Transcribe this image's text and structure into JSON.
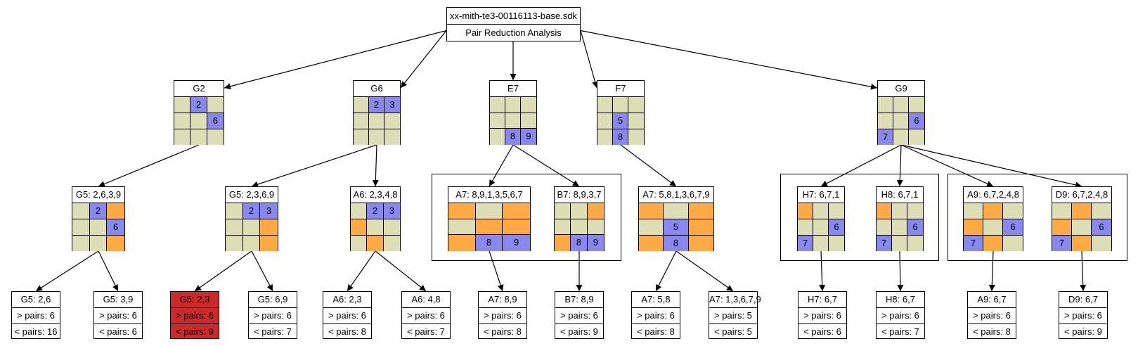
{
  "colors": {
    "beige": "#ddddb6",
    "blue": "#8888ee",
    "orange": "#ffaa44",
    "white": "#ffffff",
    "highlight": "#cc2a2a"
  },
  "root": {
    "filename": "xx-mith-te3-00116113-base.sdk",
    "subtitle": "Pair Reduction Analysis"
  },
  "nodes": [
    {
      "id": "G2",
      "label": "G2",
      "rows": [
        [
          "b",
          "u:2",
          "b"
        ],
        [
          "b",
          "b",
          "u:6"
        ],
        [
          "b",
          "b",
          "b"
        ]
      ]
    },
    {
      "id": "G6",
      "label": "G6",
      "rows": [
        [
          "b",
          "u:2",
          "u:3"
        ],
        [
          "b",
          "b",
          "b"
        ],
        [
          "b",
          "b",
          "b"
        ]
      ]
    },
    {
      "id": "E7",
      "label": "E7",
      "rows": [
        [
          "b",
          "b",
          "b"
        ],
        [
          "b",
          "b",
          "b"
        ],
        [
          "b",
          "u:8",
          "u:9"
        ]
      ]
    },
    {
      "id": "F7",
      "label": "F7",
      "rows": [
        [
          "b",
          "b",
          "b"
        ],
        [
          "b",
          "u:5",
          "b"
        ],
        [
          "b",
          "u:8",
          "b"
        ]
      ]
    },
    {
      "id": "G9",
      "label": "G9",
      "rows": [
        [
          "b",
          "b",
          "b"
        ],
        [
          "b",
          "b",
          "u:6"
        ],
        [
          "u:7",
          "b",
          "b"
        ]
      ]
    },
    {
      "id": "G5a",
      "label": "G5: 2,6,3,9",
      "rows": [
        [
          "b",
          "u:2",
          "o"
        ],
        [
          "b",
          "b",
          "u:6"
        ],
        [
          "b",
          "b",
          "o"
        ]
      ]
    },
    {
      "id": "G5b",
      "label": "G5: 2,3,6,9",
      "rows": [
        [
          "b",
          "u:2",
          "u:3"
        ],
        [
          "b",
          "b",
          "o"
        ],
        [
          "b",
          "b",
          "o"
        ]
      ]
    },
    {
      "id": "A6",
      "label": "A6: 2,3,4,8",
      "rows": [
        [
          "b",
          "u:2",
          "u:3"
        ],
        [
          "o",
          "b",
          "b"
        ],
        [
          "b",
          "o",
          "b"
        ]
      ]
    },
    {
      "id": "A7a",
      "label": "A7: 8,9,1,3,5,6,7",
      "rows": [
        [
          "o",
          "b",
          "o"
        ],
        [
          "b",
          "o",
          "o"
        ],
        [
          "o",
          "u:8",
          "u:9"
        ]
      ]
    },
    {
      "id": "B7",
      "label": "B7: 8,9,3,7",
      "rows": [
        [
          "b",
          "b",
          "o"
        ],
        [
          "b",
          "b",
          "b"
        ],
        [
          "o",
          "u:8",
          "u:9"
        ]
      ]
    },
    {
      "id": "A7b",
      "label": "A7: 5,8,1,3,6,7,9",
      "rows": [
        [
          "o",
          "b",
          "o"
        ],
        [
          "b",
          "u:5",
          "o"
        ],
        [
          "o",
          "u:8",
          "o"
        ]
      ]
    },
    {
      "id": "H7",
      "label": "H7: 6,7,1",
      "rows": [
        [
          "o",
          "b",
          "b"
        ],
        [
          "b",
          "b",
          "u:6"
        ],
        [
          "u:7",
          "b",
          "b"
        ]
      ]
    },
    {
      "id": "H8",
      "label": "H8: 6,7,1",
      "rows": [
        [
          "o",
          "b",
          "b"
        ],
        [
          "b",
          "b",
          "u:6"
        ],
        [
          "u:7",
          "b",
          "b"
        ]
      ]
    },
    {
      "id": "A9",
      "label": "A9: 6,7,2,4,8",
      "rows": [
        [
          "b",
          "o",
          "b"
        ],
        [
          "o",
          "b",
          "u:6"
        ],
        [
          "u:7",
          "o",
          "b"
        ]
      ]
    },
    {
      "id": "D9",
      "label": "D9: 6,7,2,4,8",
      "rows": [
        [
          "b",
          "o",
          "b"
        ],
        [
          "o",
          "b",
          "u:6"
        ],
        [
          "u:7",
          "o",
          "b"
        ]
      ]
    }
  ],
  "leaves": [
    {
      "id": "L1",
      "title": "G5: 2,6",
      "gt": "> pairs: 6",
      "lt": "< pairs: 16",
      "highlight": false
    },
    {
      "id": "L2",
      "title": "G5: 3,9",
      "gt": "> pairs: 6",
      "lt": "< pairs: 6",
      "highlight": false
    },
    {
      "id": "L3",
      "title": "G5: 2,3",
      "gt": "> pairs: 6",
      "lt": "< pairs: 9",
      "highlight": true
    },
    {
      "id": "L4",
      "title": "G5: 6,9",
      "gt": "> pairs: 6",
      "lt": "< pairs: 7",
      "highlight": false
    },
    {
      "id": "L5",
      "title": "A6: 2,3",
      "gt": "> pairs: 6",
      "lt": "< pairs: 8",
      "highlight": false
    },
    {
      "id": "L6",
      "title": "A6: 4,8",
      "gt": "> pairs: 6",
      "lt": "< pairs: 7",
      "highlight": false
    },
    {
      "id": "L7",
      "title": "A7: 8,9",
      "gt": "> pairs: 6",
      "lt": "< pairs: 8",
      "highlight": false
    },
    {
      "id": "L8",
      "title": "B7: 8,9",
      "gt": "> pairs: 6",
      "lt": "< pairs: 9",
      "highlight": false
    },
    {
      "id": "L9",
      "title": "A7: 5,8",
      "gt": "> pairs: 6",
      "lt": "< pairs: 8",
      "highlight": false
    },
    {
      "id": "L10",
      "title": "A7: 1,3,6,7,9",
      "gt": "> pairs: 5",
      "lt": "< pairs: 5",
      "highlight": false
    },
    {
      "id": "L11",
      "title": "H7: 6,7",
      "gt": "> pairs: 6",
      "lt": "< pairs: 6",
      "highlight": false
    },
    {
      "id": "L12",
      "title": "H8: 6,7",
      "gt": "> pairs: 6",
      "lt": "< pairs: 7",
      "highlight": false
    },
    {
      "id": "L13",
      "title": "A9: 6,7",
      "gt": "> pairs: 6",
      "lt": "< pairs: 8",
      "highlight": false
    },
    {
      "id": "L14",
      "title": "D9: 6,7",
      "gt": "> pairs: 6",
      "lt": "< pairs: 9",
      "highlight": false
    }
  ],
  "edges": [
    [
      "root",
      "G2"
    ],
    [
      "root",
      "G6"
    ],
    [
      "root",
      "E7"
    ],
    [
      "root",
      "F7"
    ],
    [
      "root",
      "G9"
    ],
    [
      "G2",
      "G5a"
    ],
    [
      "G6",
      "G5b"
    ],
    [
      "G6",
      "A6"
    ],
    [
      "E7",
      "A7a"
    ],
    [
      "E7",
      "B7"
    ],
    [
      "F7",
      "A7b"
    ],
    [
      "G9",
      "H7"
    ],
    [
      "G9",
      "H8"
    ],
    [
      "G9",
      "A9"
    ],
    [
      "G9",
      "D9"
    ],
    [
      "G5a",
      "L1"
    ],
    [
      "G5a",
      "L2"
    ],
    [
      "G5b",
      "L3"
    ],
    [
      "G5b",
      "L4"
    ],
    [
      "A6",
      "L5"
    ],
    [
      "A6",
      "L6"
    ],
    [
      "A7a",
      "L7"
    ],
    [
      "B7",
      "L8"
    ],
    [
      "A7b",
      "L9"
    ],
    [
      "A7b",
      "L10"
    ],
    [
      "H7",
      "L11"
    ],
    [
      "H8",
      "L12"
    ],
    [
      "A9",
      "L13"
    ],
    [
      "D9",
      "L14"
    ]
  ]
}
